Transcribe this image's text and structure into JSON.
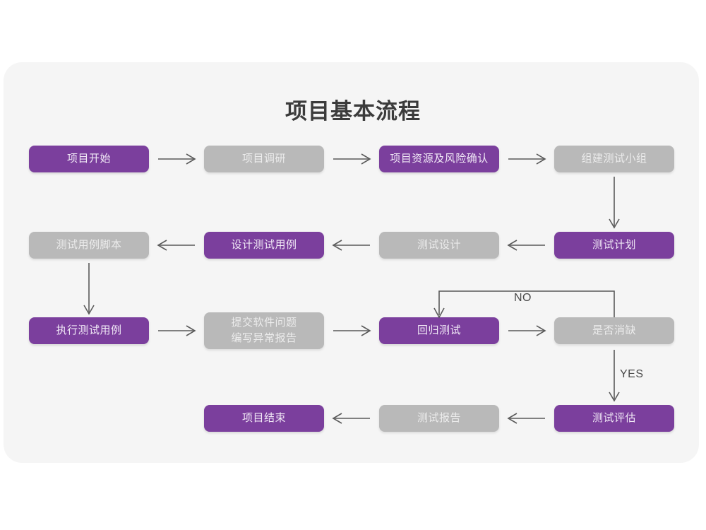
{
  "page": {
    "background": "#ffffff",
    "panel_background": "#f5f5f5",
    "title": "项目基本流程"
  },
  "colors": {
    "accent_purple": "#7b3f9d",
    "muted_gray": "#b9b9b9",
    "connector": "#5a5a5a",
    "title_text": "#3b3b3b"
  },
  "flowchart": {
    "type": "diagram",
    "nodes": [
      {
        "id": "n1",
        "label": "项目开始",
        "style": "purple",
        "row": 1,
        "col": 1
      },
      {
        "id": "n2",
        "label": "项目调研",
        "style": "gray",
        "row": 1,
        "col": 2
      },
      {
        "id": "n3",
        "label": "项目资源及风险确认",
        "style": "purple",
        "row": 1,
        "col": 3
      },
      {
        "id": "n4",
        "label": "组建测试小组",
        "style": "gray",
        "row": 1,
        "col": 4
      },
      {
        "id": "n5",
        "label": "测试用例脚本",
        "style": "gray",
        "row": 2,
        "col": 1
      },
      {
        "id": "n6",
        "label": "设计测试用例",
        "style": "purple",
        "row": 2,
        "col": 2
      },
      {
        "id": "n7",
        "label": "测试设计",
        "style": "gray",
        "row": 2,
        "col": 3
      },
      {
        "id": "n8",
        "label": "测试计划",
        "style": "purple",
        "row": 2,
        "col": 4
      },
      {
        "id": "n9",
        "label": "执行测试用例",
        "style": "purple",
        "row": 3,
        "col": 1
      },
      {
        "id": "n10",
        "label": "提交软件问题\n编写异常报告",
        "style": "gray",
        "row": 3,
        "col": 2
      },
      {
        "id": "n11",
        "label": "回归测试",
        "style": "purple",
        "row": 3,
        "col": 3
      },
      {
        "id": "n12",
        "label": "是否消缺",
        "style": "gray",
        "row": 3,
        "col": 4
      },
      {
        "id": "n13",
        "label": "项目结束",
        "style": "purple",
        "row": 4,
        "col": 2
      },
      {
        "id": "n14",
        "label": "测试报告",
        "style": "gray",
        "row": 4,
        "col": 3
      },
      {
        "id": "n15",
        "label": "测试评估",
        "style": "purple",
        "row": 4,
        "col": 4
      }
    ],
    "edges": [
      {
        "from": "n1",
        "to": "n2",
        "label": "",
        "direction": "right"
      },
      {
        "from": "n2",
        "to": "n3",
        "label": "",
        "direction": "right"
      },
      {
        "from": "n3",
        "to": "n4",
        "label": "",
        "direction": "right"
      },
      {
        "from": "n4",
        "to": "n8",
        "label": "",
        "direction": "down"
      },
      {
        "from": "n8",
        "to": "n7",
        "label": "",
        "direction": "left"
      },
      {
        "from": "n7",
        "to": "n6",
        "label": "",
        "direction": "left"
      },
      {
        "from": "n6",
        "to": "n5",
        "label": "",
        "direction": "left"
      },
      {
        "from": "n5",
        "to": "n9",
        "label": "",
        "direction": "down"
      },
      {
        "from": "n9",
        "to": "n10",
        "label": "",
        "direction": "right"
      },
      {
        "from": "n10",
        "to": "n11",
        "label": "",
        "direction": "right"
      },
      {
        "from": "n11",
        "to": "n12",
        "label": "",
        "direction": "right"
      },
      {
        "from": "n12",
        "to": "n11",
        "label": "NO",
        "direction": "loop-up-left-down"
      },
      {
        "from": "n12",
        "to": "n15",
        "label": "YES",
        "direction": "down"
      },
      {
        "from": "n15",
        "to": "n14",
        "label": "",
        "direction": "left"
      },
      {
        "from": "n14",
        "to": "n13",
        "label": "",
        "direction": "left"
      }
    ],
    "edge_labels": [
      {
        "id": "no-label",
        "text": "NO"
      },
      {
        "id": "yes-label",
        "text": "YES"
      }
    ]
  }
}
